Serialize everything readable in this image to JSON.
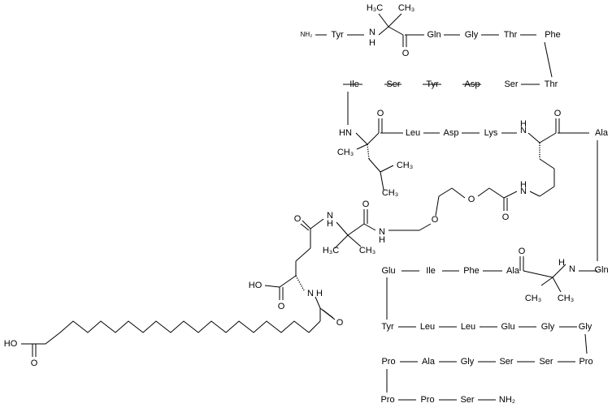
{
  "labels": {
    "nh2_start": "NH₂",
    "tyr1": "Tyr",
    "nh_a1": "N",
    "nh_a1h": "H",
    "ch3_a1": "H₃C",
    "ch3_a1b": "CH₃",
    "o_a1": "O",
    "gln1": "Gln",
    "gly1": "Gly",
    "thr1": "Thr",
    "phe1": "Phe",
    "thr2": "Thr",
    "ser1": "Ser",
    "asp1": "Asp",
    "tyr2": "Tyr",
    "ser2": "Ser",
    "ile1": "Ile",
    "hn_a2": "HN",
    "o_a2": "O",
    "leu1": "Leu",
    "asp2": "Asp",
    "lys1": "Lys",
    "nh_k": "N",
    "nh_kh": "H",
    "o_k": "O",
    "ala1": "Ala",
    "ch3_a2": "CH₃",
    "ch3_i1": "CH₃",
    "ch3_i2": "CH₃",
    "nh_side": "N",
    "nh_sideh": "H",
    "o_side": "O",
    "o_peg1": "O",
    "o_peg2": "O",
    "nh_peg": "N",
    "nh_pegh": "H",
    "o_aib": "O",
    "ch3_aib1": "H₃C",
    "ch3_aib2": "CH₃",
    "nh_aib": "N",
    "nh_aibh": "H",
    "o_glu": "O",
    "hooc_glu": "HO",
    "o_cooh": "O",
    "nh_glu": "N",
    "nh_gluh": "H",
    "o_amide": "O",
    "ho_fa": "HO",
    "o_fa": "O",
    "gln2": "Gln",
    "nh_a3": "N",
    "nh_a3h": "H",
    "o_a3": "O",
    "ch3_a3a": "CH₃",
    "ch3_a3b": "CH₃",
    "ala2": "Ala",
    "phe2": "Phe",
    "ile2": "Ile",
    "glu1": "Glu",
    "tyr3": "Tyr",
    "leu2": "Leu",
    "leu3": "Leu",
    "glu2": "Glu",
    "gly2": "Gly",
    "gly3": "Gly",
    "pro1": "Pro",
    "ser3": "Ser",
    "ser4": "Ser",
    "gly4": "Gly",
    "ala3": "Ala",
    "pro2": "Pro",
    "pro3": "Pro",
    "pro4": "Pro",
    "ser5": "Ser",
    "nh2_end": "NH₂"
  }
}
